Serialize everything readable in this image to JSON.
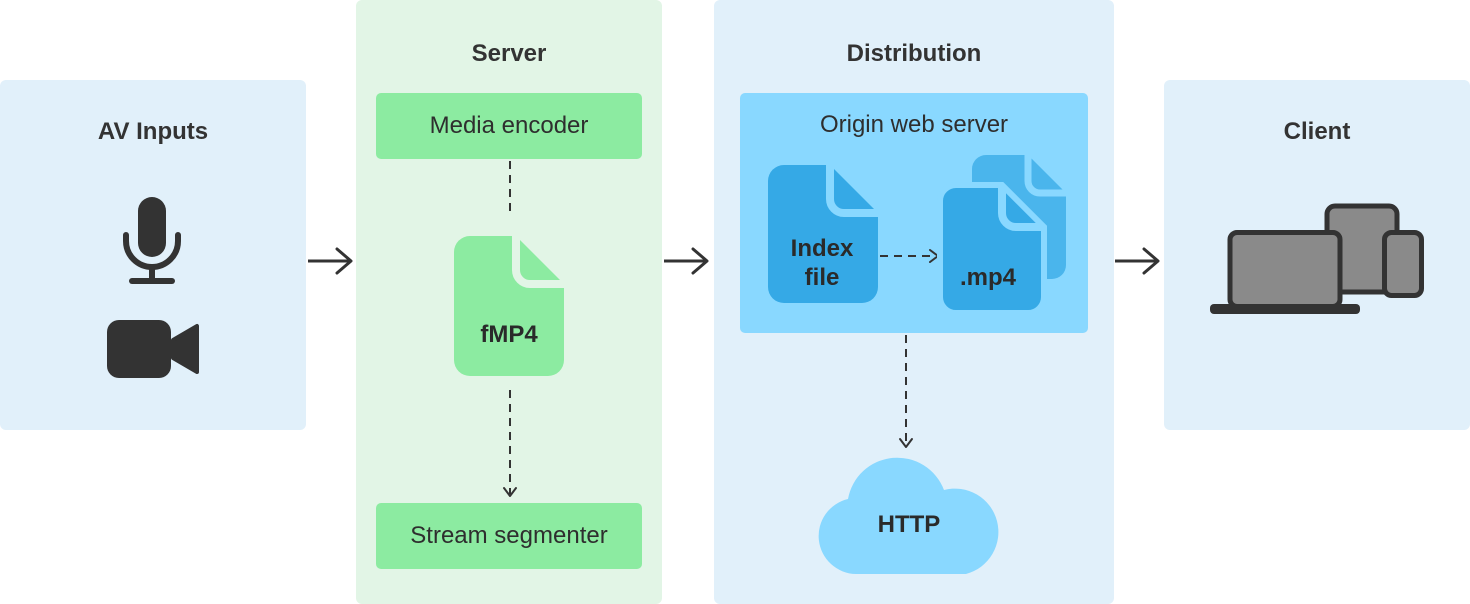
{
  "panels": {
    "av_inputs": {
      "title": "AV Inputs"
    },
    "server": {
      "title": "Server",
      "media_encoder": "Media encoder",
      "file_label": "fMP4",
      "stream_segmenter": "Stream segmenter"
    },
    "distribution": {
      "title": "Distribution",
      "origin_web_server": "Origin web server",
      "index_file_line1": "Index",
      "index_file_line2": "file",
      "mp4_label": ".mp4",
      "http": "HTTP"
    },
    "client": {
      "title": "Client"
    }
  },
  "icons": [
    "microphone-icon",
    "video-camera-icon",
    "document-icon",
    "cloud-icon",
    "laptop-icon",
    "tablet-icon",
    "phone-icon",
    "arrow-right-icon"
  ],
  "colors": {
    "blue_panel": "#e1f0fa",
    "green_panel": "#e2f5e6",
    "green_box": "#8ceba1",
    "origin_box": "#89d8ff",
    "doc_blue": "#35a9e6",
    "icon_dark": "#333333"
  }
}
